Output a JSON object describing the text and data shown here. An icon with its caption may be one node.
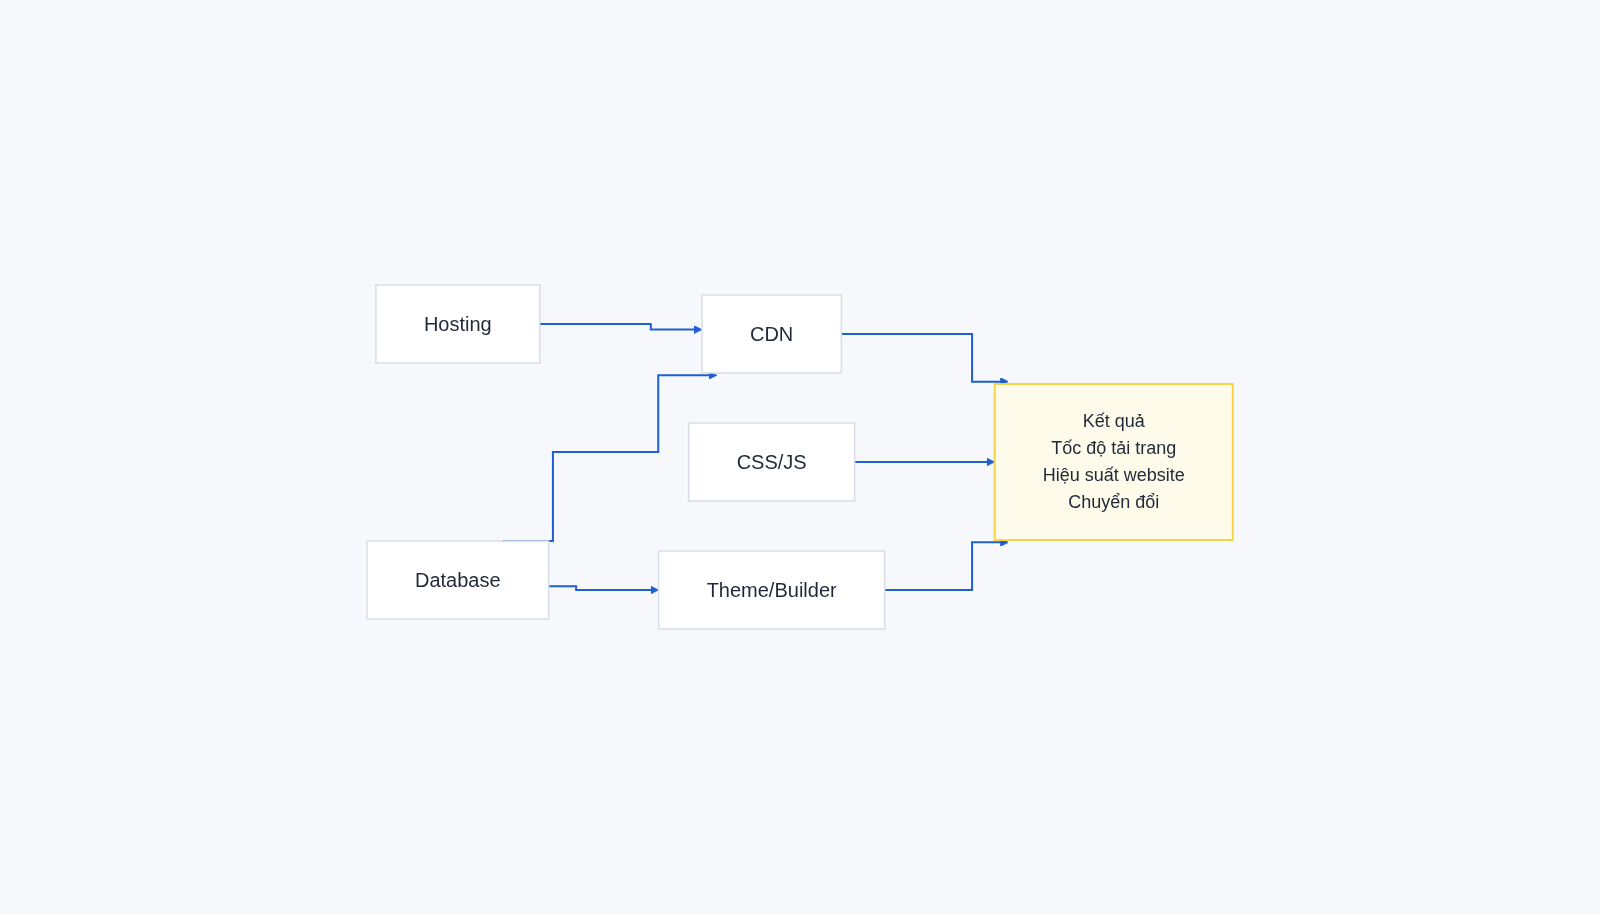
{
  "diagram": {
    "nodes": [
      {
        "text": [
          "Hosting"
        ]
      },
      {
        "text": [
          "CDN"
        ]
      },
      {
        "text": [
          "CSS/JS"
        ]
      },
      {
        "text": [
          "Database"
        ]
      },
      {
        "text": [
          "Theme/Builder"
        ]
      },
      {
        "text": [
          "Kết quả",
          "Tốc độ tải trang",
          "Hiệu suất website",
          "Chuyển đổi"
        ]
      }
    ],
    "edges": [
      {
        "from": 0,
        "to": 1,
        "arrow": "to"
      },
      {
        "from": 3,
        "to": 1,
        "arrow": "to"
      },
      {
        "from": 3,
        "to": 4,
        "arrow": "to"
      },
      {
        "from": 1,
        "to": 5,
        "arrow": "to"
      },
      {
        "from": 2,
        "to": 5,
        "arrow": "to"
      },
      {
        "from": 4,
        "to": 5,
        "arrow": "to"
      }
    ]
  }
}
